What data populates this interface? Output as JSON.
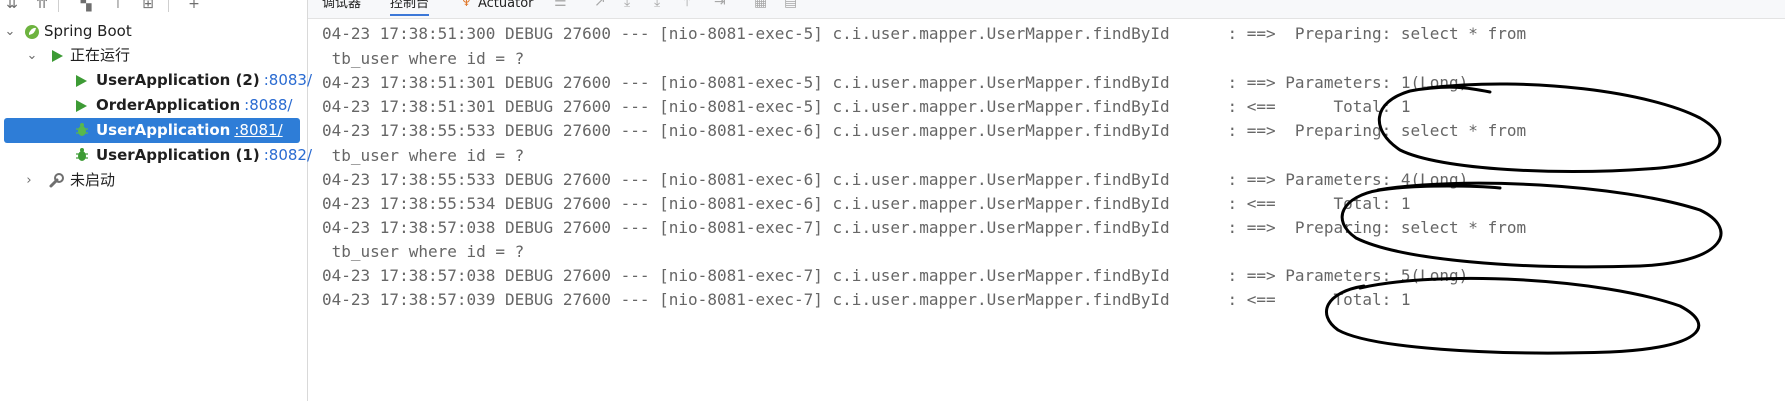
{
  "left_panel": {
    "tree": {
      "root": {
        "label": "Spring Boot",
        "icon": "spring-boot-icon"
      },
      "running_group": {
        "label": "正在运行",
        "icon": "run-icon"
      },
      "apps": [
        {
          "name": "UserApplication (2)",
          "port": ":8083/",
          "status": "running",
          "icon": "run-icon"
        },
        {
          "name": "OrderApplication",
          "port": ":8088/",
          "status": "running",
          "icon": "run-icon"
        },
        {
          "name": "UserApplication",
          "port": ":8081/",
          "status": "debugging",
          "icon": "debug-bug-icon",
          "selected": true
        },
        {
          "name": "UserApplication (1)",
          "port": ":8082/",
          "status": "debugging",
          "icon": "debug-bug-icon"
        }
      ],
      "not_started_group": {
        "label": "未启动",
        "icon": "wrench-icon"
      }
    }
  },
  "tabs": {
    "items": [
      {
        "label": "调试器"
      },
      {
        "label": "控制台",
        "active": true
      },
      {
        "label": "Actuator"
      }
    ]
  },
  "console": {
    "lines": [
      "04-23 17:38:51:300 DEBUG 27600 --- [nio-8081-exec-5] c.i.user.mapper.UserMapper.findById      : ==>  Preparing: select * from",
      " tb_user where id = ?",
      "04-23 17:38:51:301 DEBUG 27600 --- [nio-8081-exec-5] c.i.user.mapper.UserMapper.findById      : ==> Parameters: 1(Long)",
      "04-23 17:38:51:301 DEBUG 27600 --- [nio-8081-exec-5] c.i.user.mapper.UserMapper.findById      : <==      Total: 1",
      "04-23 17:38:55:533 DEBUG 27600 --- [nio-8081-exec-6] c.i.user.mapper.UserMapper.findById      : ==>  Preparing: select * from",
      " tb_user where id = ?",
      "04-23 17:38:55:533 DEBUG 27600 --- [nio-8081-exec-6] c.i.user.mapper.UserMapper.findById      : ==> Parameters: 4(Long)",
      "04-23 17:38:55:534 DEBUG 27600 --- [nio-8081-exec-6] c.i.user.mapper.UserMapper.findById      : <==      Total: 1",
      "04-23 17:38:57:038 DEBUG 27600 --- [nio-8081-exec-7] c.i.user.mapper.UserMapper.findById      : ==>  Preparing: select * from",
      " tb_user where id = ?",
      "04-23 17:38:57:038 DEBUG 27600 --- [nio-8081-exec-7] c.i.user.mapper.UserMapper.findById      : ==> Parameters: 5(Long)",
      "04-23 17:38:57:039 DEBUG 27600 --- [nio-8081-exec-7] c.i.user.mapper.UserMapper.findById      : <==      Total: 1"
    ]
  },
  "colors": {
    "selection": "#2e7dd7",
    "run_green": "#3d9b35",
    "port_blue": "#2a6bd1",
    "log_text": "#666666",
    "annotation_ink": "#000000"
  }
}
